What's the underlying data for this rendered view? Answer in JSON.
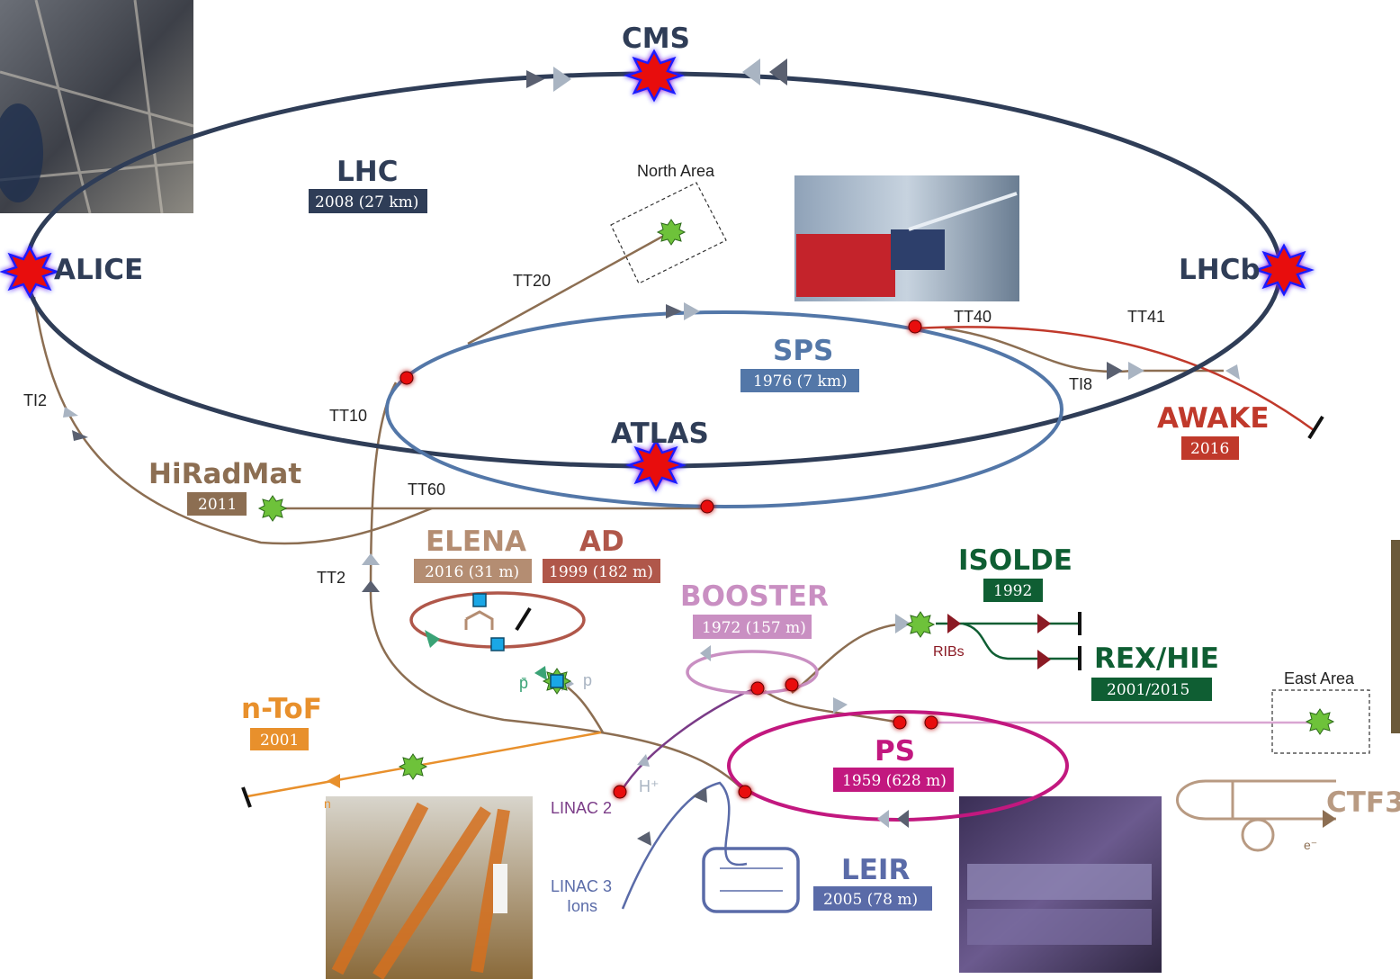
{
  "machines": {
    "lhc": {
      "name": "LHC",
      "year": "2008 (27 km)"
    },
    "sps": {
      "name": "SPS",
      "year": "1976 (7 km)"
    },
    "ps": {
      "name": "PS",
      "year": "1959 (628 m)"
    },
    "booster": {
      "name": "BOOSTER",
      "year": "1972 (157 m)"
    },
    "leir": {
      "name": "LEIR",
      "year": "2005 (78 m)"
    },
    "elena": {
      "name": "ELENA",
      "year": "2016 (31 m)"
    },
    "ad": {
      "name": "AD",
      "year": "1999 (182 m)"
    },
    "isolde": {
      "name": "ISOLDE",
      "year": "1992"
    },
    "rexhie": {
      "name": "REX/HIE",
      "year": "2001/2015"
    },
    "awake": {
      "name": "AWAKE",
      "year": "2016"
    },
    "hiradmat": {
      "name": "HiRadMat",
      "year": "2011"
    },
    "ntof": {
      "name": "n-ToF",
      "year": "2001"
    },
    "ctf3": {
      "name": "CTF3"
    }
  },
  "experiments": {
    "cms": "CMS",
    "alice": "ALICE",
    "lhcb": "LHCb",
    "atlas": "ATLAS"
  },
  "lines": {
    "tt20": "TT20",
    "tt40": "TT40",
    "tt41": "TT41",
    "ti8": "TI8",
    "ti2": "TI2",
    "tt10": "TT10",
    "tt60": "TT60",
    "tt2": "TT2",
    "linac2": "LINAC 2",
    "linac3_a": "LINAC 3",
    "linac3_b": "Ions",
    "ribs": "RIBs",
    "hplus": "H⁺",
    "pbar": "p̄",
    "p": "p",
    "n": "n",
    "eminus": "e⁻"
  },
  "areas": {
    "north": "North Area",
    "east": "East Area"
  },
  "colors": {
    "lhc": "#2f3d57",
    "sps": "#5377a8",
    "ps": "#c2187f",
    "booster": "#c98fc2",
    "leir": "#5a6ba8",
    "elena": "#b48d72",
    "ad": "#b0574a",
    "isolde": "#0f5e33",
    "awake": "#c0392b",
    "hiradmat": "#8c6e52",
    "ntof": "#e8902c",
    "ctf3": "#b89a82",
    "transfer": "#8c6e52",
    "linac2": "#7a3b87",
    "target": "#6ec23a",
    "collision": "#e81010"
  }
}
